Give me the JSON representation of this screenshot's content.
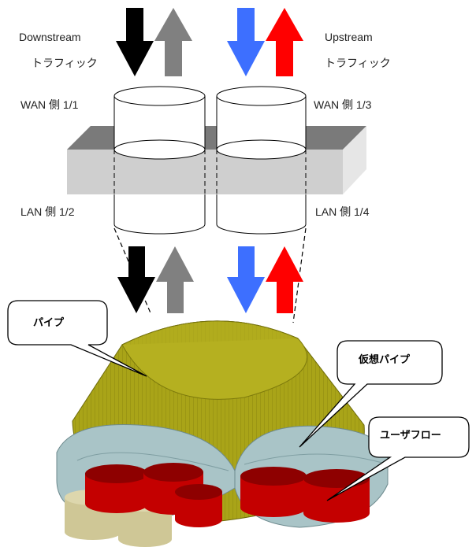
{
  "labels": {
    "downstream": "Downstream",
    "downstream_traffic": "トラフィック",
    "upstream": "Upstream",
    "upstream_traffic": "トラフィック",
    "wan_left": "WAN 側  1/1",
    "wan_right": "WAN 側  1/3",
    "lan_left": "LAN 側  1/2",
    "lan_right": "LAN 側  1/4"
  },
  "callouts": {
    "pipe": "パイプ",
    "virtual_pipe": "仮想パイプ",
    "user_flow": "ユーザフロー"
  },
  "colors": {
    "down_arrow": "#000000",
    "down_return_arrow": "#808080",
    "up_arrow": "#3d6fff",
    "up_return_arrow": "#ff0000",
    "device_front": "#cfcfcf",
    "device_top": "#7a7a7a",
    "device_side": "#e6e6e6",
    "pipe": "#a9a418",
    "virtual_pipe": "#a9c4c7",
    "user_flow": "#c40000",
    "small_cylinder": "#cfc796"
  }
}
